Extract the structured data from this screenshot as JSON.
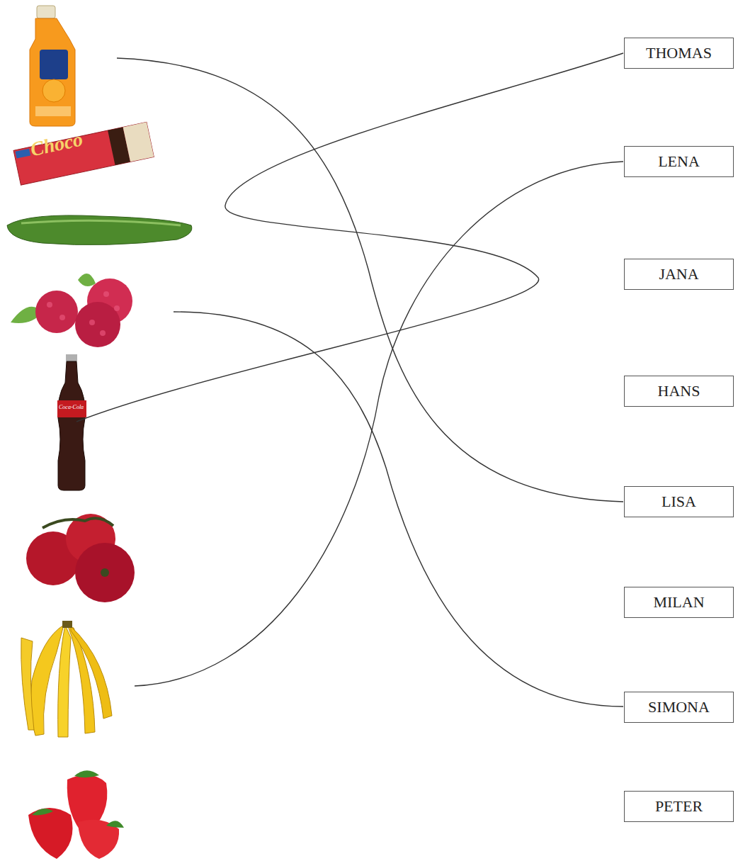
{
  "diagram": {
    "nodes": [
      {
        "text": [
          "THOMAS"
        ]
      },
      {
        "text": [
          "LENA"
        ]
      },
      {
        "text": [
          "JANA"
        ]
      },
      {
        "text": [
          "HANS"
        ]
      },
      {
        "text": [
          "LISA"
        ]
      },
      {
        "text": [
          "MILAN"
        ]
      },
      {
        "text": [
          "SIMONA"
        ]
      },
      {
        "text": [
          "PETER"
        ]
      }
    ],
    "labels": [
      "Choco",
      "Coca-Cola"
    ]
  }
}
